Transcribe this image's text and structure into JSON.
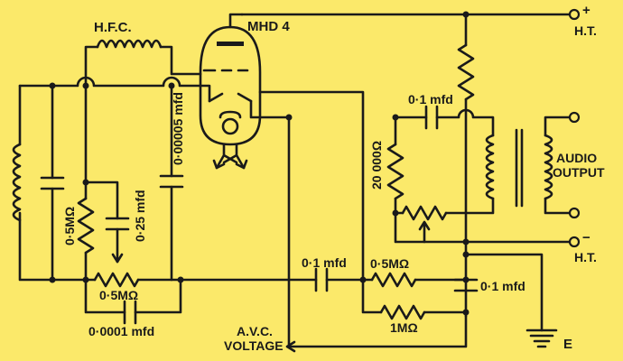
{
  "labels": {
    "hfc": "H.F.C.",
    "valve": "MHD 4",
    "ht_plus_sign": "+",
    "ht_minus_sign": "−",
    "ht_top": "H.T.",
    "ht_bottom": "H.T.",
    "cap_0_1_top": "0·1 mfd",
    "cap_0_00005": "0·00005 mfd",
    "res_20000": "20 000Ω",
    "audio_line1": "AUDIO",
    "audio_line2": "OUTPUT",
    "res_0_5M_left": "0·5MΩ",
    "cap_0_25": "0·25 mfd",
    "pot_0_5M": "0·5MΩ",
    "cap_0_1_mid": "0·1 mfd",
    "res_0_5M_right": "0·5MΩ",
    "cap_0_1_right": "0·1 mfd",
    "res_1M": "1MΩ",
    "cap_0_0001": "0·0001 mfd",
    "avc_line1": "A.V.C.",
    "avc_line2": "VOLTAGE",
    "earth": "E"
  },
  "colors": {
    "background": "#fbe96a",
    "ink": "#1a1a1a"
  }
}
